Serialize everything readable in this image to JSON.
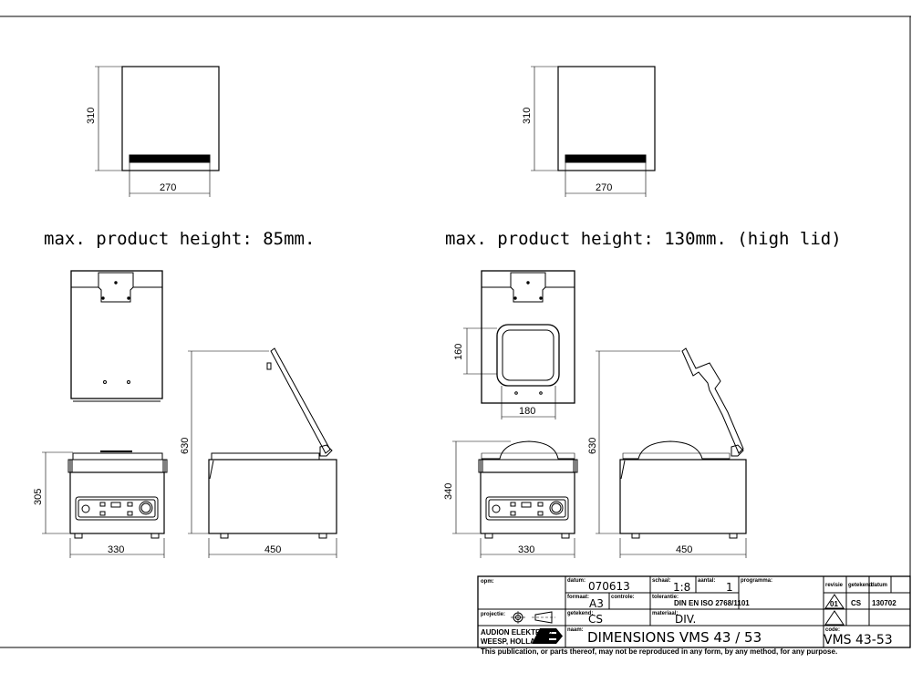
{
  "headings": {
    "left": "max. product height: 85mm.",
    "right": "max. product height: 130mm. (high lid)"
  },
  "dimensions": {
    "left_section_height": "310",
    "left_section_width": "270",
    "right_section_height": "310",
    "right_section_width": "270",
    "left_front_height": "305",
    "left_front_width": "330",
    "left_side_height": "630",
    "left_side_depth": "450",
    "right_window_height": "160",
    "right_window_width": "180",
    "right_front_height": "340",
    "right_front_width": "330",
    "right_side_height": "630",
    "right_side_depth": "450"
  },
  "title_block": {
    "opm_label": "opm:",
    "datum_label": "datum:",
    "datum_value": "070613",
    "schaal_label": "schaal:",
    "schaal_value": "1:8",
    "aantal_label": "aantal:",
    "aantal_value": "1",
    "programma_label": "programma:",
    "formaat_label": "formaat:",
    "formaat_value": "A3",
    "controle_label": "controle:",
    "tolerantie_label": "tolerantie:",
    "tolerantie_value": "DIN EN ISO 2768/1101",
    "projectie_label": "projectie:",
    "getekend_label": "getekend:",
    "getekend_value": "CS",
    "materiaal_label": "materiaal:",
    "materiaal_value": "DIV.",
    "company_line1": "AUDION ELEKTRO®",
    "company_line2": "WEESP, HOLLAND",
    "logo_text": "AE",
    "naam_label": "naam:",
    "naam_value": "DIMENSIONS VMS 43 / 53",
    "revisie_label": "revisie",
    "rev_getekend_label": "getekend",
    "rev_datum_label": "datum",
    "revision_number": "01",
    "revision_by": "CS",
    "revision_date": "130702",
    "code_label": "code:",
    "code_value": "VMS 43-53"
  },
  "footer_note": "This publication, or parts thereof, may not be reproduced in any form, by any method, for any purpose."
}
